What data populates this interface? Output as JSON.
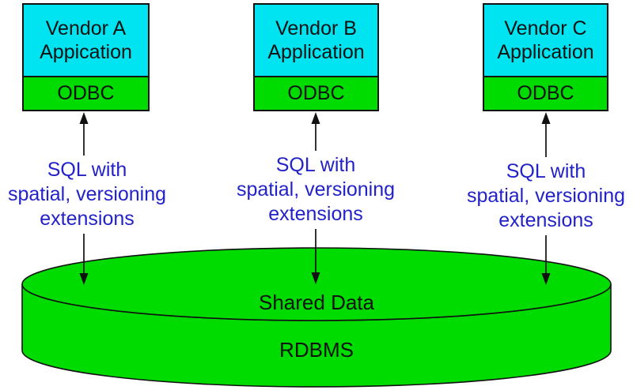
{
  "diagram": {
    "colors": {
      "app_fill": "#00e4f2",
      "odbc_fill": "#00db00",
      "cylinder_fill": "#00db00",
      "outline": "#111111",
      "arrow": "#111111",
      "protocol_text": "#2222c8",
      "label_text": "#111111",
      "background": "#ffffff"
    },
    "vendors": [
      {
        "title_line1": "Vendor A",
        "title_line2": "Appication",
        "middleware_label": "ODBC",
        "protocol_line1": "SQL with",
        "protocol_line2": "spatial, versioning",
        "protocol_line3": "extensions"
      },
      {
        "title_line1": "Vendor B",
        "title_line2": "Application",
        "middleware_label": "ODBC",
        "protocol_line1": "SQL with",
        "protocol_line2": "spatial, versioning",
        "protocol_line3": "extensions"
      },
      {
        "title_line1": "Vendor C",
        "title_line2": "Application",
        "middleware_label": "ODBC",
        "protocol_line1": "SQL with",
        "protocol_line2": "spatial, versioning",
        "protocol_line3": "extensions"
      }
    ],
    "database": {
      "surface_label": "Shared Data",
      "body_label": "RDBMS"
    }
  }
}
